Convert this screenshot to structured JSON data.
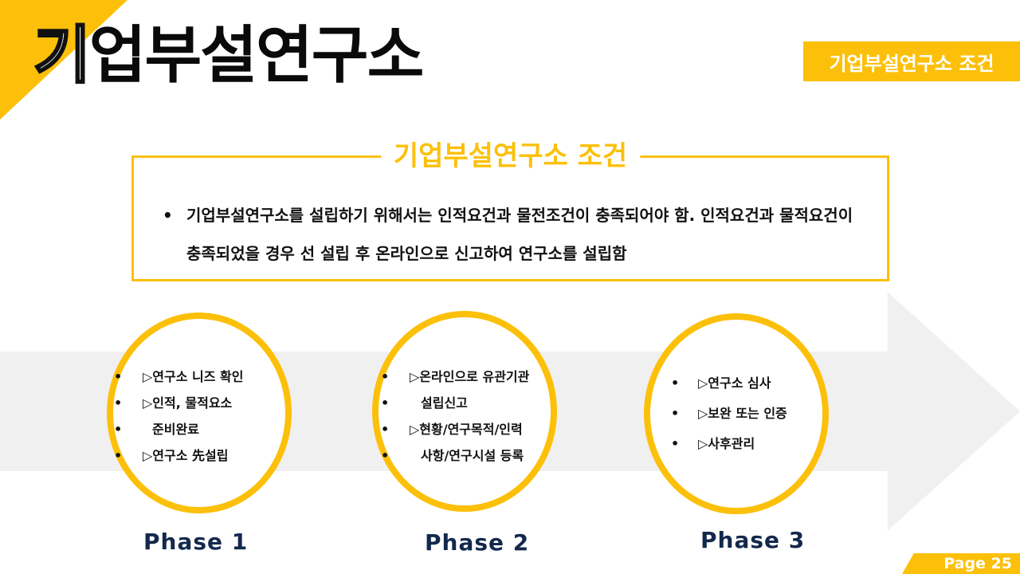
{
  "header": {
    "title_first": "기",
    "title_rest": "업부설연구소",
    "badge": "기업부설연구소 조건"
  },
  "condition_box": {
    "title": "기업부설연구소 조건",
    "bullet": "•",
    "text": "기업부설연구소를 설립하기 위해서는 인적요건과 물전조건이 충족되어야 함. 인적요건과 물적요건이 충족되었을 경우 선 설립 후 온라인으로 신고하여 연구소를 설립함"
  },
  "phases": [
    {
      "label": "Phase 1",
      "items": [
        "▷연구소 니즈 확인",
        "▷인적, 물적요소",
        "준비완료",
        "▷연구소 先설립"
      ]
    },
    {
      "label": "Phase 2",
      "items": [
        "▷온라인으로 유관기관",
        "설립신고",
        "▷현황/연구목적/인력",
        "사항/연구시설 등록"
      ]
    },
    {
      "label": "Phase 3",
      "items": [
        "▷연구소 심사",
        "▷보완 또는 인증",
        "▷사후관리"
      ]
    }
  ],
  "footer": {
    "page": "Page 25"
  },
  "colors": {
    "accent": "#fcc00a",
    "phase_text": "#13284d",
    "arrow": "#f0f0f0"
  }
}
